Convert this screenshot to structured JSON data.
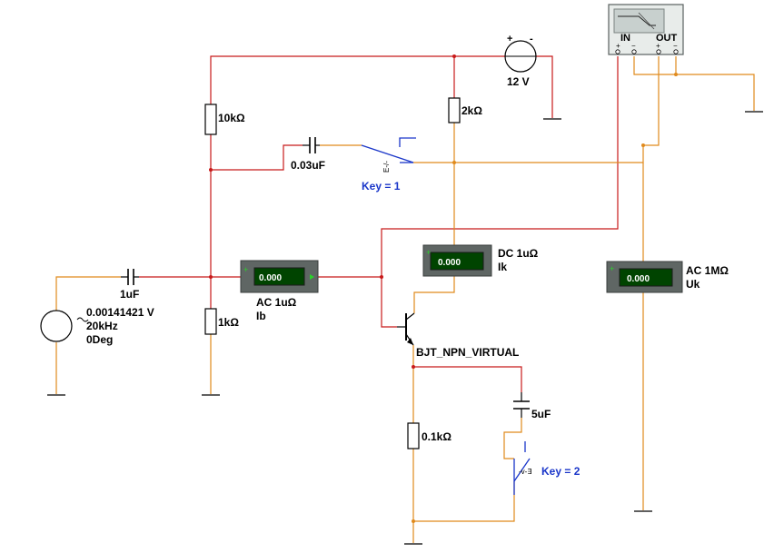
{
  "dc_source": {
    "label": "12 V",
    "plus": "+",
    "minus": "-"
  },
  "ac_source": {
    "amplitude": "0.00141421 V",
    "frequency": "20kHz",
    "phase": "0Deg"
  },
  "resistors": {
    "r1": "10kΩ",
    "r2": "1kΩ",
    "rc": "2kΩ",
    "re": "0.1kΩ"
  },
  "capacitors": {
    "c_in": "1uF",
    "c_out": "0.03uF",
    "c_e": "5uF"
  },
  "switches": {
    "key1": "Key = 1",
    "key1_glyph": "E-/-",
    "key2": "Key = 2",
    "key2_glyph": "-v-∃"
  },
  "transistor": {
    "label": "BJT_NPN_VIRTUAL"
  },
  "meters": {
    "ib": {
      "value": "0.000",
      "mode": "AC  1uΩ",
      "name": "Ib"
    },
    "ik": {
      "value": "0.000",
      "mode": "DC  1uΩ",
      "name": "Ik"
    },
    "uk": {
      "value": "0.000",
      "mode": "AC  1MΩ",
      "name": "Uk"
    }
  },
  "bode": {
    "in_label": "IN",
    "out_label": "OUT",
    "pin_plus": "+",
    "pin_minus": "−"
  },
  "colors": {
    "wire_red": "#c81a1a",
    "wire_orange": "#e08a1c",
    "meter_body": "#5f6664",
    "meter_display": "#004400",
    "key_label": "#1a36c9"
  }
}
